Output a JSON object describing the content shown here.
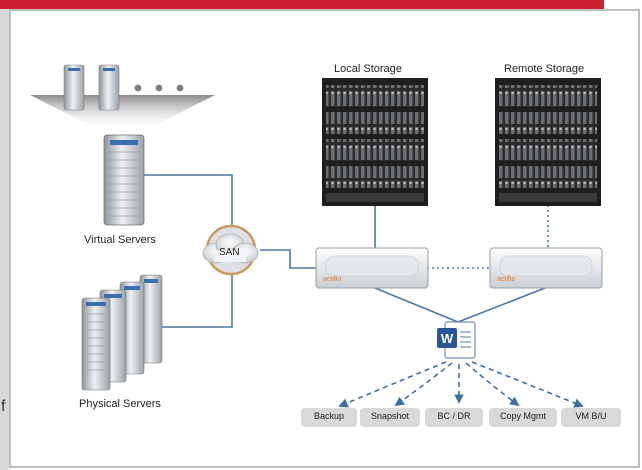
{
  "stray_text": "f",
  "labels": {
    "virtual_servers": "Virtual Servers",
    "physical_servers": "Physical Servers",
    "local_storage": "Local Storage",
    "remote_storage": "Remote Storage",
    "san": "SAN",
    "appliance_brand": "actifio"
  },
  "outputs": [
    "Backup",
    "Snapshot",
    "BC / DR",
    "Copy Mgmt",
    "VM B/U"
  ],
  "colors": {
    "accent_red": "#cc2131",
    "line_blue": "#4a78a8",
    "dashed_blue": "#3f6f9f",
    "rack_dark": "#1e1e1e",
    "brand_orange": "#e07b2a"
  },
  "icons": [
    "word-document-icon",
    "san-cloud-icon",
    "server-tower-icon",
    "storage-rack-icon",
    "appliance-icon"
  ]
}
